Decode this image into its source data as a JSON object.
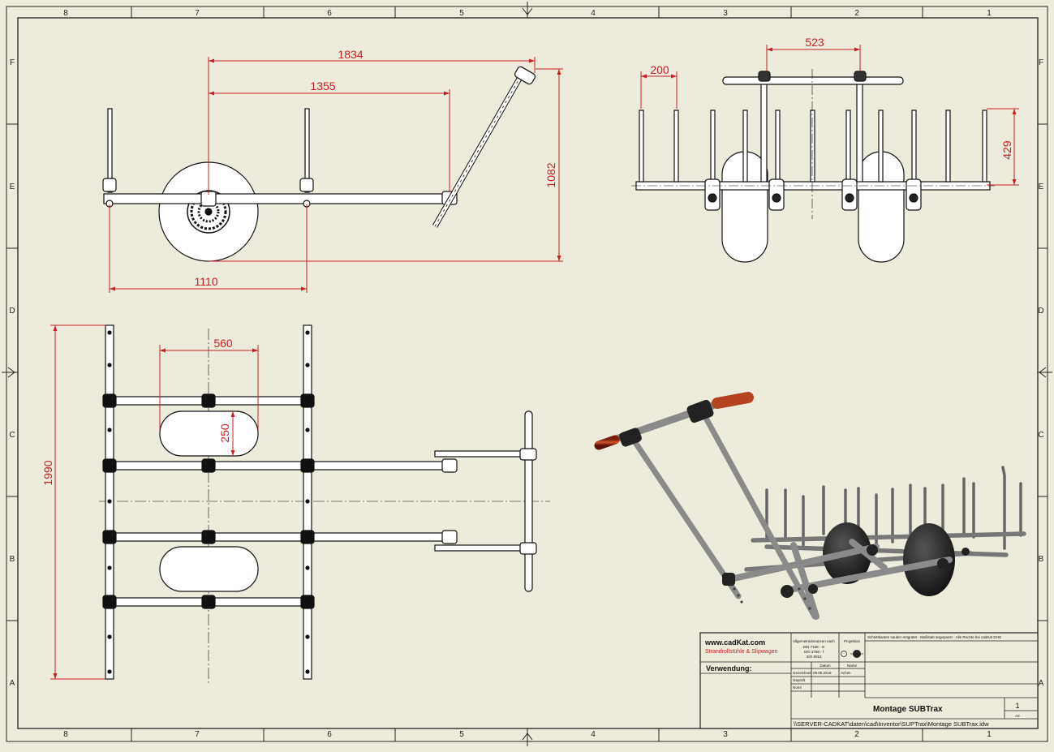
{
  "zones": {
    "columns": [
      "8",
      "7",
      "6",
      "5",
      "4",
      "3",
      "2",
      "1"
    ],
    "rows": [
      "F",
      "E",
      "D",
      "C",
      "B",
      "A"
    ]
  },
  "dimensions": {
    "side_view": {
      "overall_length": "1834",
      "handle_length": "1355",
      "height": "1082",
      "wheelbase": "1110"
    },
    "front_view": {
      "handle_spacing": "523",
      "post_spacing": "200",
      "post_height": "429"
    },
    "top_view": {
      "length": "1990",
      "wheel_slot_width": "560",
      "wheel_slot_height": "250"
    }
  },
  "title_block": {
    "company_url": "www.cadKat.com",
    "company_tagline": "Strandrollstühle & Slipwagen",
    "tolerance_note": "Allgemeintoleranzen nach",
    "tolerance_line1": "DIN 7168 - m",
    "tolerance_line2": "ISO 2768 - f",
    "tolerance_line3": "ISO 8015",
    "projection_label": "Projektion",
    "rights_note": "Schnittkanten sauber entgratet - Maßstab angepasst - Alle Rechte bei cadKat DHG",
    "usage_label": "Verwendung:",
    "date_header": "Datum",
    "name_header": "Name",
    "row_drawn": "Gezeichnet",
    "drawn_date": "09.05.2019",
    "drawn_name": "Achim",
    "row_checked": "Geprüft",
    "row_norm": "Norm",
    "drawing_title": "Montage SUBTrax",
    "sheet_number": "1",
    "sheet_format": "A2",
    "file_path": "\\\\SERVER-CADKAT\\daten\\cad\\Inventor\\SUPTrax\\Montage SUBTrax.idw"
  }
}
